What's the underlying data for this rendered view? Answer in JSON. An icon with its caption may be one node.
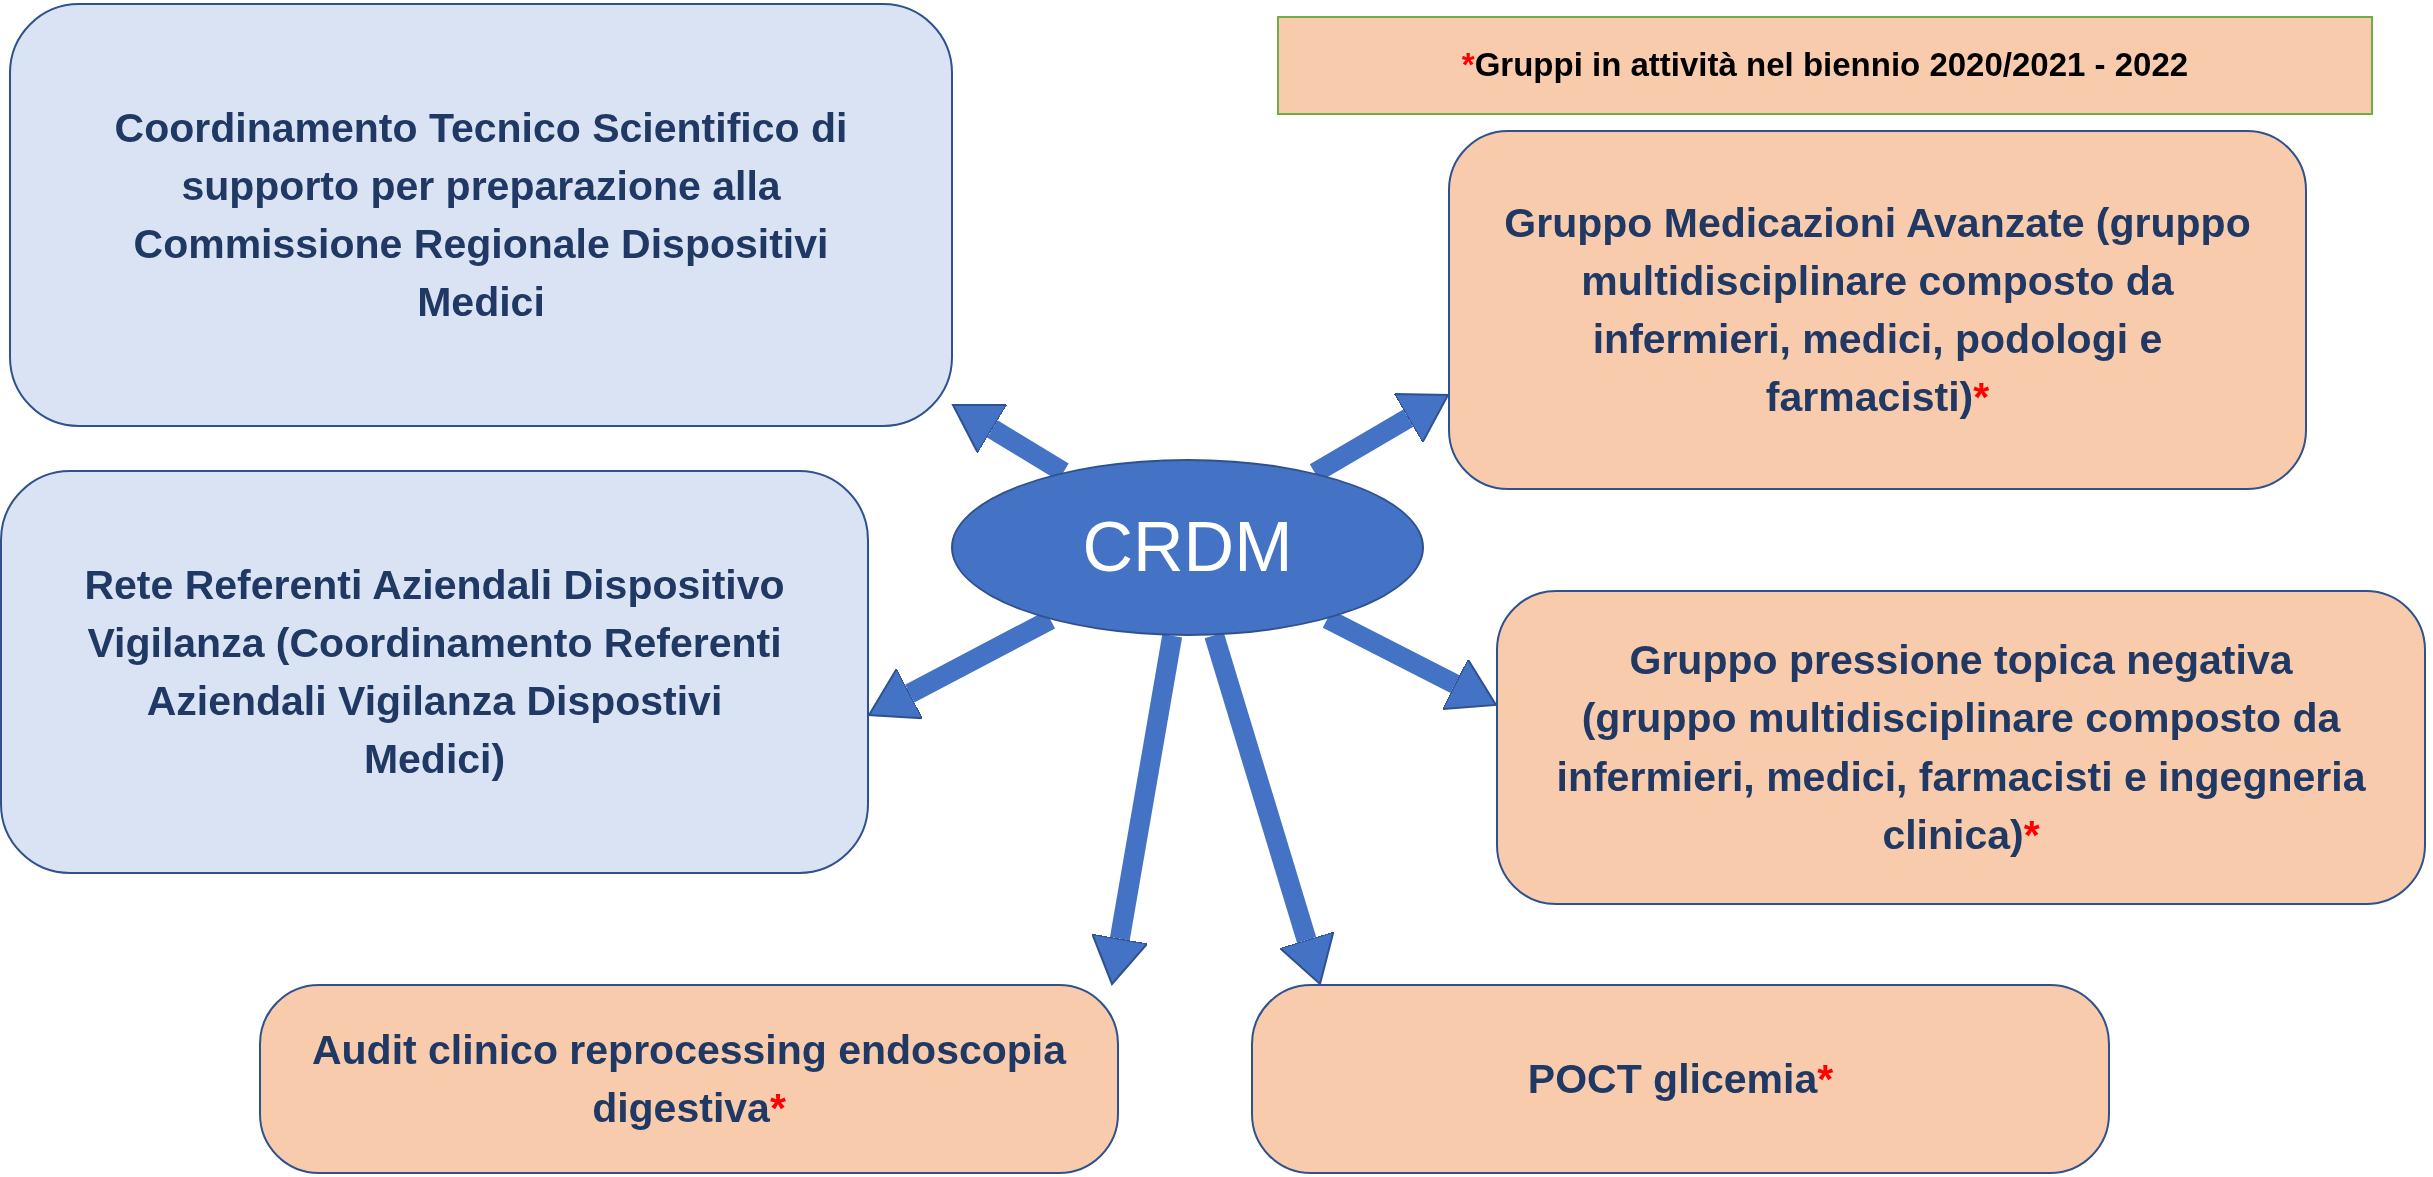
{
  "diagram": {
    "nodes": [
      {
        "text": [
          "Coordinamento Tecnico Scientifico di supporto per preparazione alla Commissione Regionale Dispositivi Medici"
        ]
      },
      {
        "text": [
          "*Gruppi in attività nel biennio 2020/2021 - 2022"
        ]
      },
      {
        "text": [
          "Gruppo Medicazioni Avanzate (gruppo multidisciplinare composto da infermieri, medici, podologi e farmacisti)*"
        ]
      },
      {
        "text": [
          "CRDM"
        ]
      },
      {
        "text": [
          "Rete Referenti Aziendali Dispositivo Vigilanza (Coordinamento Referenti Aziendali Vigilanza Dispostivi Medici)"
        ]
      },
      {
        "text": [
          "Gruppo pressione topica negativa (gruppo multidisciplinare composto da infermieri, medici, farmacisti e ingegneria clinica)*"
        ]
      },
      {
        "text": [
          "Audit clinico reprocessing endoscopia digestiva*"
        ]
      },
      {
        "text": [
          "POCT glicemia*"
        ]
      }
    ],
    "edges": [
      {
        "from": 3,
        "to": 0,
        "arrow": "to"
      },
      {
        "from": 3,
        "to": 2,
        "arrow": "to"
      },
      {
        "from": 3,
        "to": 4,
        "arrow": "to"
      },
      {
        "from": 3,
        "to": 5,
        "arrow": "to"
      },
      {
        "from": 3,
        "to": 6,
        "arrow": "to"
      },
      {
        "from": 3,
        "to": 7,
        "arrow": "to"
      }
    ]
  }
}
